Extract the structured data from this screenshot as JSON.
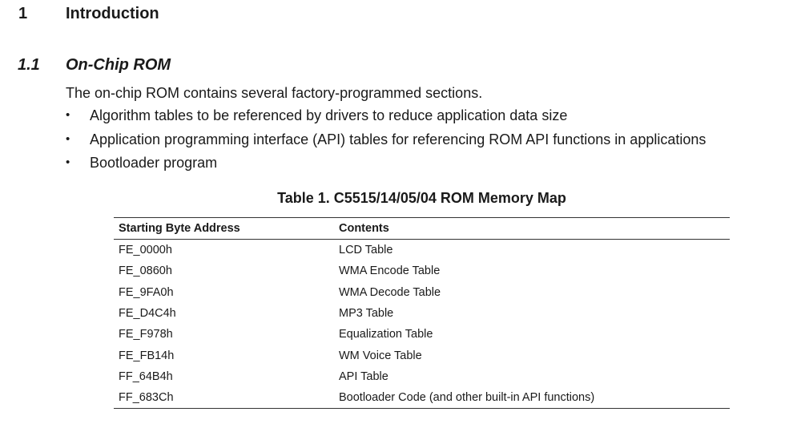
{
  "section": {
    "number": "1",
    "title": "Introduction"
  },
  "subsection": {
    "number": "1.1",
    "title": "On-Chip ROM",
    "intro": "The on-chip ROM contains several factory-programmed sections.",
    "bullet_symbol": "•",
    "bullets": [
      "Algorithm tables to be referenced by drivers to reduce application data size",
      "Application programming interface (API) tables for referencing ROM API functions in applications",
      "Bootloader program"
    ]
  },
  "table": {
    "caption": "Table 1. C5515/14/05/04 ROM Memory Map",
    "headers": [
      "Starting Byte Address",
      "Contents"
    ],
    "rows": [
      [
        "FE_0000h",
        "LCD Table"
      ],
      [
        "FE_0860h",
        "WMA Encode Table"
      ],
      [
        "FE_9FA0h",
        "WMA Decode Table"
      ],
      [
        "FE_D4C4h",
        "MP3 Table"
      ],
      [
        "FE_F978h",
        "Equalization Table"
      ],
      [
        "FE_FB14h",
        "WM Voice Table"
      ],
      [
        "FF_64B4h",
        "API Table"
      ],
      [
        "FF_683Ch",
        "Bootloader Code (and other built-in API functions)"
      ]
    ]
  }
}
